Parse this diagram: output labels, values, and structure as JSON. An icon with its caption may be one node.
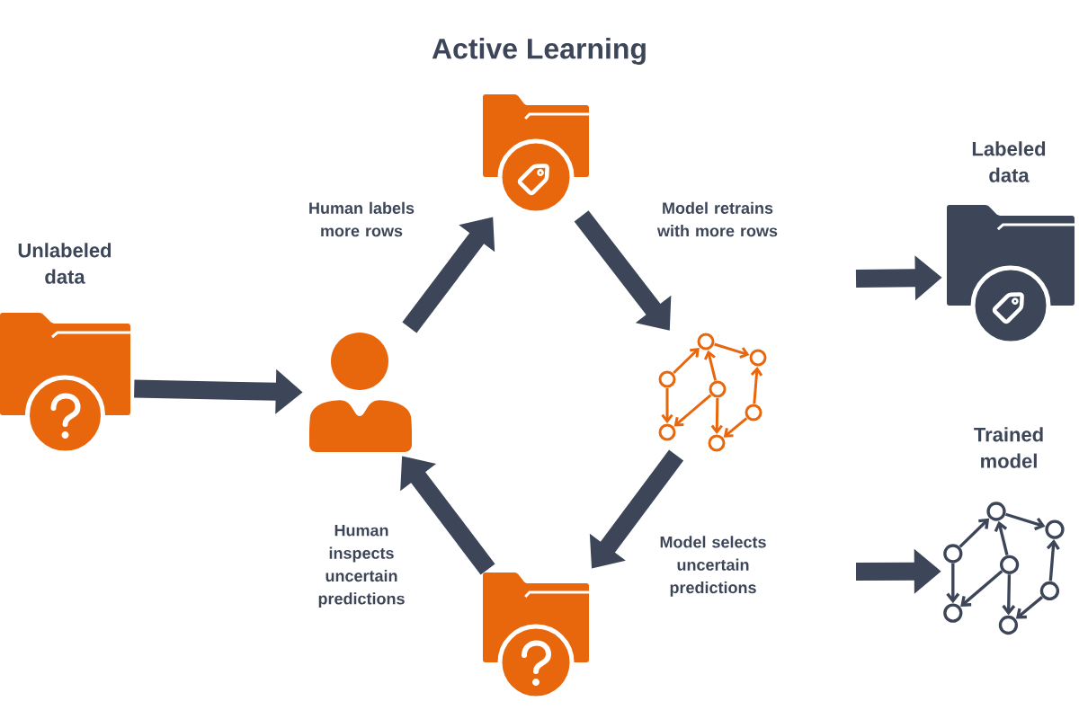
{
  "diagram": {
    "title": "Active Learning",
    "nodes": [
      {
        "text": [
          "Unlabeled data"
        ]
      },
      {
        "text": [],
        "shape": "person"
      },
      {
        "text": [],
        "shape": "folder"
      },
      {
        "text": [],
        "shape": "graph"
      },
      {
        "text": [],
        "shape": "folder"
      },
      {
        "text": [
          "Labeled data"
        ]
      },
      {
        "text": [
          "Trained model"
        ]
      }
    ],
    "edges": [
      {
        "from": 0,
        "to": 1,
        "arrow": "to"
      },
      {
        "from": 1,
        "to": 2,
        "arrow": "to",
        "label": "Human labels more rows"
      },
      {
        "from": 2,
        "to": 3,
        "arrow": "to",
        "label": "Model retrains with more rows"
      },
      {
        "from": 3,
        "to": 4,
        "arrow": "to",
        "label": "Model selects uncertain predictions"
      },
      {
        "from": 4,
        "to": 1,
        "arrow": "to",
        "label": "Human inspects uncertain predictions"
      },
      {
        "from": null,
        "to": 5,
        "arrow": "to"
      },
      {
        "from": null,
        "to": 6,
        "arrow": "to"
      }
    ]
  }
}
